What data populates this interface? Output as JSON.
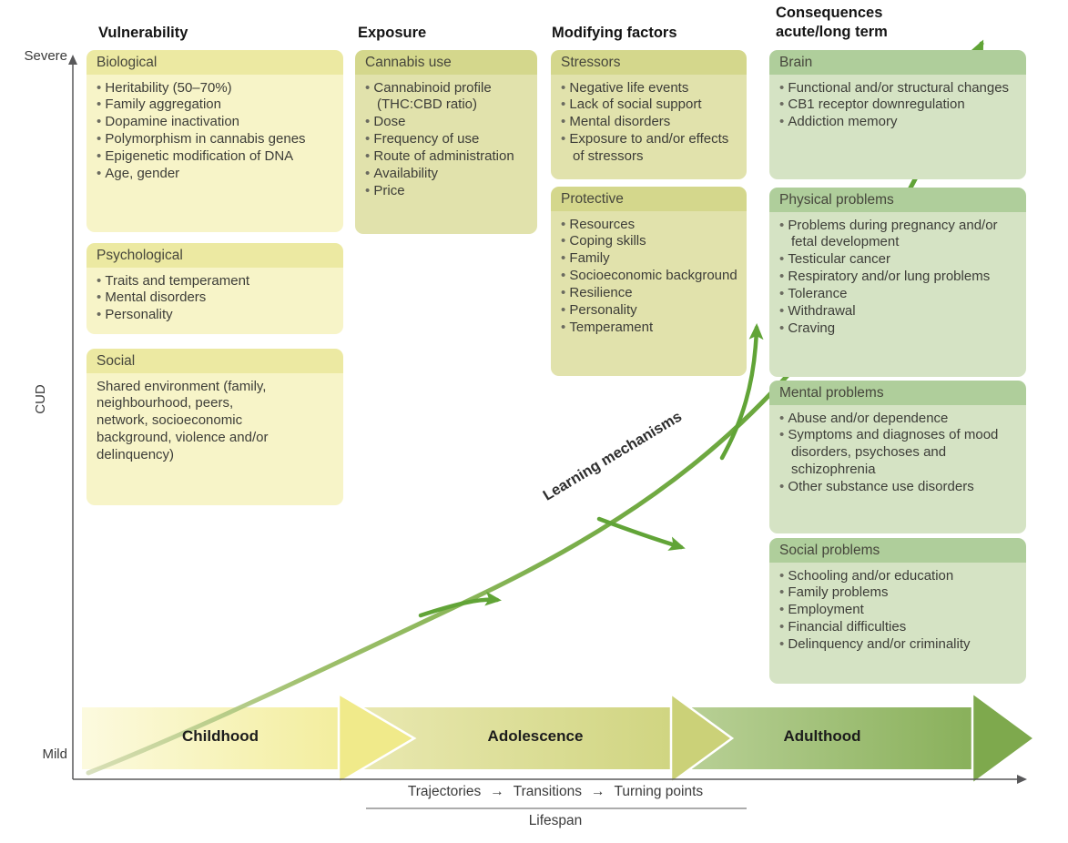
{
  "y_axis": {
    "label": "CUD",
    "top_label": "Severe",
    "bottom_label": "Mild"
  },
  "x_axis": {
    "parts": [
      "Trajectories",
      "Transitions",
      "Turning points"
    ],
    "arrow": "→",
    "label": "Lifespan"
  },
  "curve": {
    "label": "Learning mechanisms"
  },
  "timeline": {
    "stages": [
      "Childhood",
      "Adolescence",
      "Adulthood"
    ]
  },
  "colors": {
    "yellow_header": "#ece9a2",
    "yellow_body": "#f7f4c8",
    "olive_header": "#d4d78c",
    "olive_body": "#e1e2ac",
    "green_header": "#afce9b",
    "green_body": "#d5e3c4",
    "arrow_green": "#61a437",
    "axis": "#58585a"
  },
  "columns": [
    {
      "title": "Vulnerability",
      "boxes": [
        {
          "header": "Biological",
          "items": [
            "Heritability (50–70%)",
            "Family aggregation",
            "Dopamine inactivation",
            "Polymorphism in cannabis genes",
            "Epigenetic modification of DNA",
            "Age, gender"
          ]
        },
        {
          "header": "Psychological",
          "items": [
            "Traits and temperament",
            "Mental disorders",
            "Personality"
          ]
        },
        {
          "header": "Social",
          "text": "Shared environment (family, neighbourhood, peers, network, socioeconomic background, violence and/or delinquency)"
        }
      ]
    },
    {
      "title": "Exposure",
      "boxes": [
        {
          "header": "Cannabis use",
          "items": [
            "Cannabinoid profile (THC:CBD ratio)",
            "Dose",
            "Frequency of use",
            "Route of administration",
            "Availability",
            "Price"
          ]
        }
      ]
    },
    {
      "title": "Modifying factors",
      "boxes": [
        {
          "header": "Stressors",
          "items": [
            "Negative life events",
            "Lack of social support",
            "Mental disorders",
            "Exposure to and/or effects of stressors"
          ]
        },
        {
          "header": "Protective",
          "items": [
            "Resources",
            "Coping skills",
            "Family",
            "Socioeconomic background",
            "Resilience",
            "Personality",
            "Temperament"
          ]
        }
      ]
    },
    {
      "title": "Consequences acute/long term",
      "title_line1": "Consequences",
      "title_line2": "acute/long term",
      "boxes": [
        {
          "header": "Brain",
          "items": [
            "Functional and/or structural changes",
            "CB1 receptor downregulation",
            "Addiction memory"
          ]
        },
        {
          "header": "Physical problems",
          "items": [
            "Problems during pregnancy and/or fetal development",
            "Testicular cancer",
            "Respiratory and/or lung problems",
            "Tolerance",
            "Withdrawal",
            "Craving"
          ]
        },
        {
          "header": "Mental problems",
          "items": [
            "Abuse and/or dependence",
            "Symptoms and diagnoses of mood disorders, psychoses and schizophrenia",
            "Other substance use disorders"
          ]
        },
        {
          "header": "Social problems",
          "items": [
            "Schooling and/or education",
            "Family problems",
            "Employment",
            "Financial difficulties",
            "Delinquency and/or criminality"
          ]
        }
      ]
    }
  ]
}
